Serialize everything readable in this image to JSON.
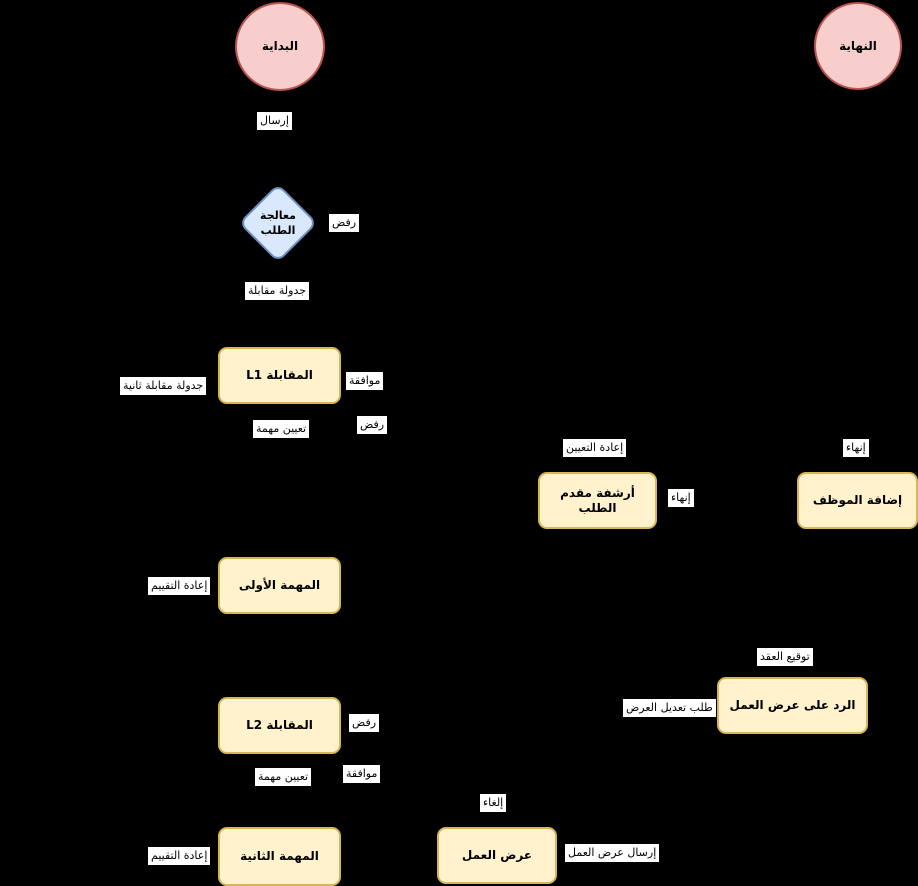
{
  "diagram": {
    "background_color": "#000000",
    "colors": {
      "circle_fill": "#f8cecc",
      "circle_border": "#b85450",
      "diamond_fill": "#dae8fc",
      "diamond_border": "#6c8ebf",
      "task_fill": "#fff2cc",
      "task_border": "#d6b656",
      "label_bg": "#ffffff",
      "label_text": "#000000"
    },
    "nodes": {
      "start": {
        "label": "البداية",
        "shape": "circle"
      },
      "end": {
        "label": "النهاية",
        "shape": "circle"
      },
      "process_request": {
        "label": "معالجة الطلب",
        "shape": "diamond"
      },
      "interview_l1": {
        "label": "المقابلة L1",
        "shape": "rounded-rect"
      },
      "archive_applicant": {
        "label": "أرشفة مقدم الطلب",
        "shape": "rounded-rect"
      },
      "add_employee": {
        "label": "إضافة الموظف",
        "shape": "rounded-rect"
      },
      "first_task": {
        "label": "المهمة الأولى",
        "shape": "rounded-rect"
      },
      "job_offer_response": {
        "label": "الرد على عرض العمل",
        "shape": "rounded-rect"
      },
      "interview_l2": {
        "label": "المقابلة L2",
        "shape": "rounded-rect"
      },
      "job_offer": {
        "label": "عرض العمل",
        "shape": "rounded-rect"
      },
      "second_task": {
        "label": "المهمة الثانية",
        "shape": "rounded-rect"
      }
    },
    "edge_labels": {
      "send": "إرسال",
      "reject_request": "رفض",
      "schedule_interview": "جدولة مقابلة",
      "schedule_second_interview": "جدولة مقابلة ثانية",
      "approve_l1": "موافقة",
      "reject_l1": "رفض",
      "assign_task_l1": "تعيين مهمة",
      "reassign": "إعادة التعيين",
      "finish_to_end": "إنهاء",
      "finish_archive": "إنهاء",
      "reevaluate_first": "إعادة التقييم",
      "sign_contract": "توقيع العقد",
      "request_offer_edit": "طلب تعديل العرض",
      "reject_l2": "رفض",
      "approve_l2": "موافقة",
      "assign_task_l2": "تعيين مهمة",
      "cancel": "إلغاء",
      "send_job_offer": "إرسال عرض العمل",
      "reevaluate_second": "إعادة التقييم"
    }
  }
}
